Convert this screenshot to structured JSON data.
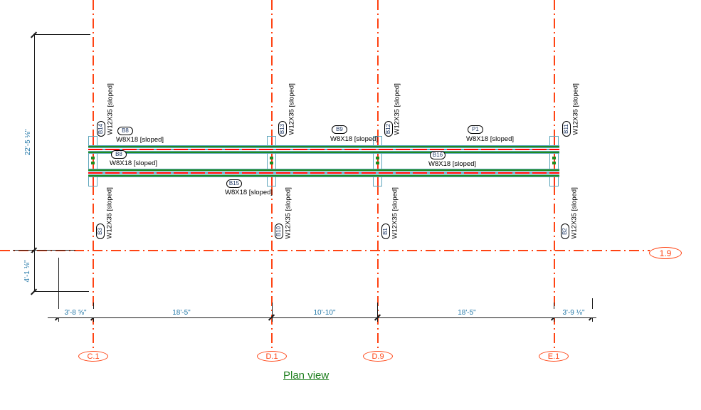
{
  "view": {
    "title": "Plan view"
  },
  "grids": {
    "vertical": [
      {
        "label": "C.1"
      },
      {
        "label": "D.1"
      },
      {
        "label": "D.9"
      },
      {
        "label": "E.1"
      }
    ],
    "horizontal": [
      {
        "label": "1.9"
      }
    ]
  },
  "dimensions": {
    "left_vertical": [
      {
        "value": "22'-5 ⅛\""
      },
      {
        "value": "4'-1 ⅛\""
      }
    ],
    "bottom_horizontal": [
      {
        "value": "3'-8 ⅝\""
      },
      {
        "value": "18'-5\""
      },
      {
        "value": "10'-10\""
      },
      {
        "value": "18'-5\""
      },
      {
        "value": "3'-9 ⅛\""
      }
    ]
  },
  "beam_tags": {
    "horizontal": [
      {
        "id": "B8",
        "size": "W8X18 [sloped]"
      },
      {
        "id": "B9",
        "size": "W8X18 [sloped]"
      },
      {
        "id": "P1",
        "size": "W8X18 [sloped]"
      },
      {
        "id": "B8",
        "size": "W8X18 [sloped]"
      },
      {
        "id": "B16",
        "size": "W8X18 [sloped]"
      },
      {
        "id": "B15",
        "size": "W8X18 [sloped]"
      }
    ],
    "vertical_top": [
      {
        "id": "B14",
        "size": "W12X35 [sloped]"
      },
      {
        "id": "B13",
        "size": "W12X35 [sloped]"
      },
      {
        "id": "B12",
        "size": "W12X35 [sloped]"
      },
      {
        "id": "B11",
        "size": "W12X35 [sloped]"
      }
    ],
    "vertical_bottom": [
      {
        "id": "B3",
        "size": "W12X35 [sloped]"
      },
      {
        "id": "B10",
        "size": "W12X35 [sloped]"
      },
      {
        "id": "B1",
        "size": "W12X35 [sloped]"
      },
      {
        "id": "B2",
        "size": "W12X35 [sloped]"
      }
    ]
  },
  "colors": {
    "grid_line": "#FF4414",
    "dimension_text": "#2679A8",
    "beam_green": "#1E8C1E",
    "beam_teal": "#5FA6BC",
    "beam_centerline_red": "#FF0000",
    "tag_text": "#1F3864",
    "view_title_green": "#1F7F1F"
  }
}
